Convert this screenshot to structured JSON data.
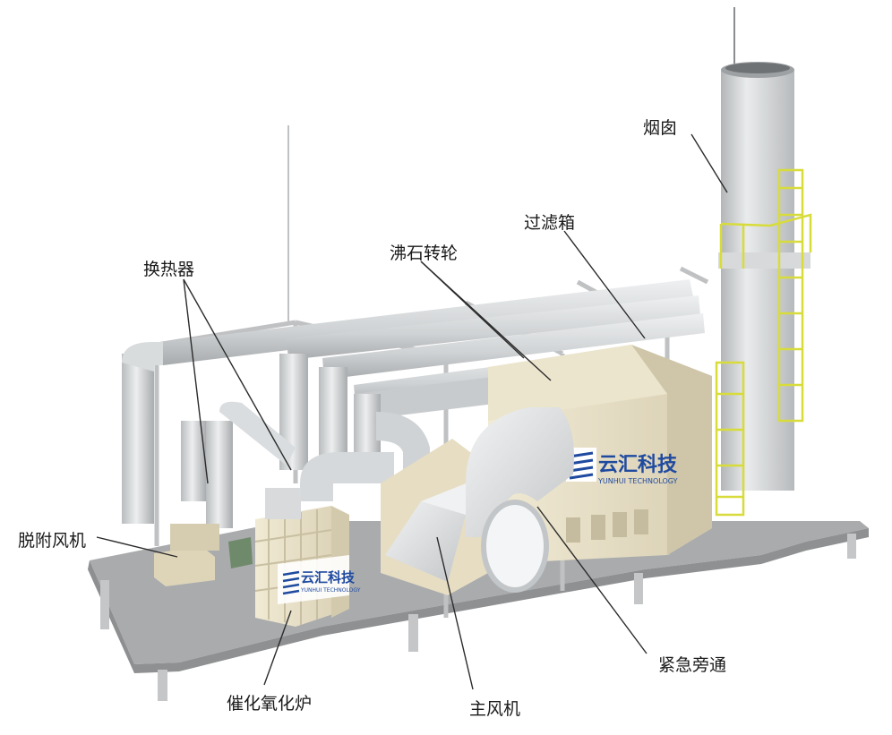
{
  "labels": {
    "chimney": "烟囱",
    "filter_box": "过滤箱",
    "zeolite_rotor": "沸石转轮",
    "heat_exchanger": "换热器",
    "desorption_fan": "脱附风机",
    "catalytic_oxidizer": "催化氧化炉",
    "main_fan": "主风机",
    "emergency_bypass": "紧急旁通"
  },
  "logo": {
    "name": "云汇科技",
    "subtitle": "YUNHUI TECHNOLOGY"
  },
  "colors": {
    "pipe": "#d3d5d6",
    "housing": "#e6ddc2",
    "platform": "#a9abad",
    "ladder": "#e6e84a",
    "logo_blue": "#1f4aa0"
  }
}
